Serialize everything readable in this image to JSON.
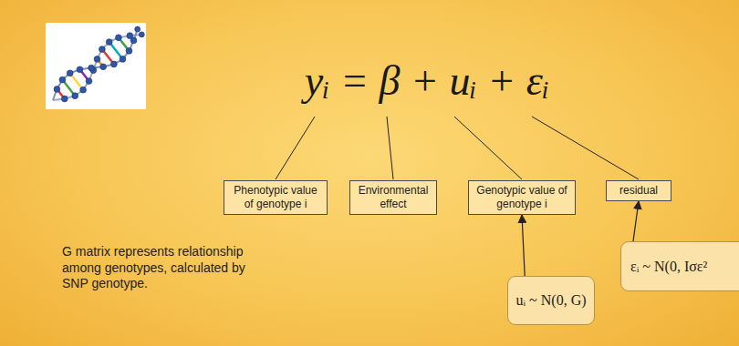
{
  "diagram": {
    "nodes": [
      {
        "text": [
          "Phenotypic value of genotype i"
        ]
      },
      {
        "text": [
          "Environmental effect"
        ]
      },
      {
        "text": [
          "Genotypic value of genotype i"
        ]
      },
      {
        "text": [
          "residual"
        ]
      },
      {
        "text": [
          "uᵢ ~ N(0, G)"
        ]
      },
      {
        "text": [
          "εᵢ ~ N(0, Iσε²"
        ]
      }
    ],
    "edges": [
      {
        "from": 4,
        "to": 2,
        "arrow": "to"
      },
      {
        "from": 5,
        "to": 3,
        "arrow": "to"
      }
    ],
    "labels": [
      "yᵢ = β + uᵢ + εᵢ",
      "G matrix represents relationship among genotypes, calculated by SNP genotype."
    ]
  }
}
